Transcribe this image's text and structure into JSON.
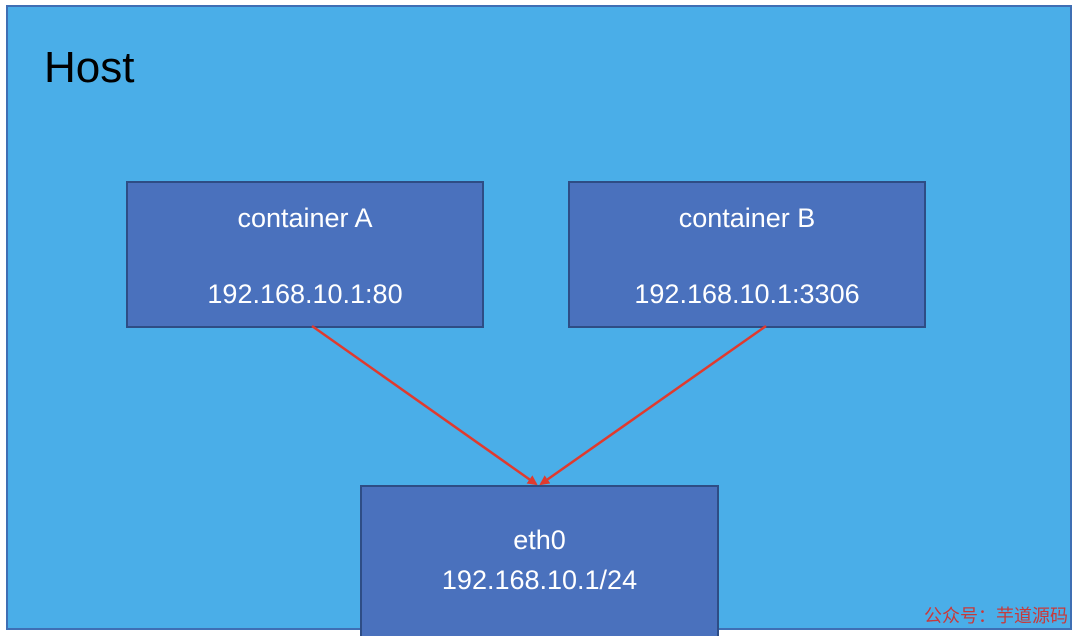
{
  "host": {
    "title": "Host"
  },
  "nodes": {
    "container_a": {
      "name": "container A",
      "address": "192.168.10.1:80"
    },
    "container_b": {
      "name": "container B",
      "address": "192.168.10.1:3306"
    },
    "eth0": {
      "name": "eth0",
      "address": "192.168.10.1/24"
    }
  },
  "edges": [
    {
      "from": "container A",
      "to": "eth0"
    },
    {
      "from": "container B",
      "to": "eth0"
    }
  ],
  "colors": {
    "host_fill": "#4aaee8",
    "box_fill": "#4a71bd",
    "arrow": "#e03a2e",
    "watermark": "#c8393a"
  },
  "watermark": {
    "text": "公众号：芋道源码"
  }
}
